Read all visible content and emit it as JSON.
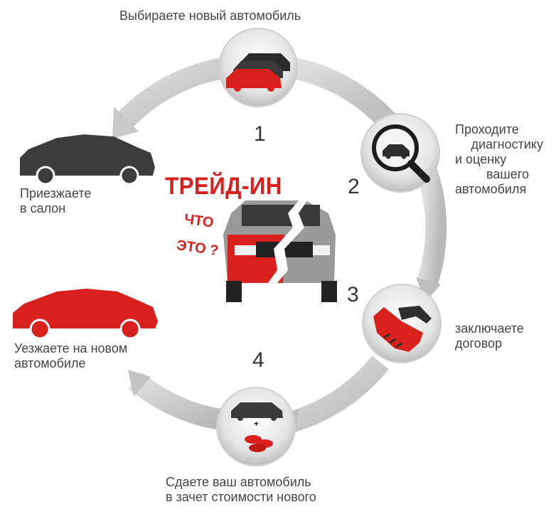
{
  "steps": [
    {
      "number": "1",
      "label": "Выбираете новый автомобиль"
    },
    {
      "number": "2",
      "label_lines": [
        "Проходите",
        "диагностику",
        "и оценку",
        "вашего",
        "автомобиля"
      ]
    },
    {
      "number": "3",
      "label_lines": [
        "заключаете",
        "договор"
      ]
    },
    {
      "number": "4",
      "label_lines": [
        "Сдаете ваш автомобиль",
        "в зачет стоимости нового"
      ]
    }
  ],
  "arrive": {
    "label_lines": [
      "Приезжаете",
      "в салон"
    ]
  },
  "leave": {
    "label_lines": [
      "Уезжаете на новом",
      "автомобиле"
    ]
  },
  "center": {
    "title": "ТРЕЙД-ИН",
    "question_line1": "ЧТО",
    "question_line2": "ЭТО ?"
  },
  "icons": {
    "step1": "cars-icon",
    "step2": "magnifier-car-icon",
    "step3": "handshake-icon",
    "step4": "car-plus-money-icon"
  },
  "colors": {
    "accent_red": "#d8201c",
    "dark_gray": "#3c3c3c",
    "ring_gray": "#c9c9c9"
  }
}
